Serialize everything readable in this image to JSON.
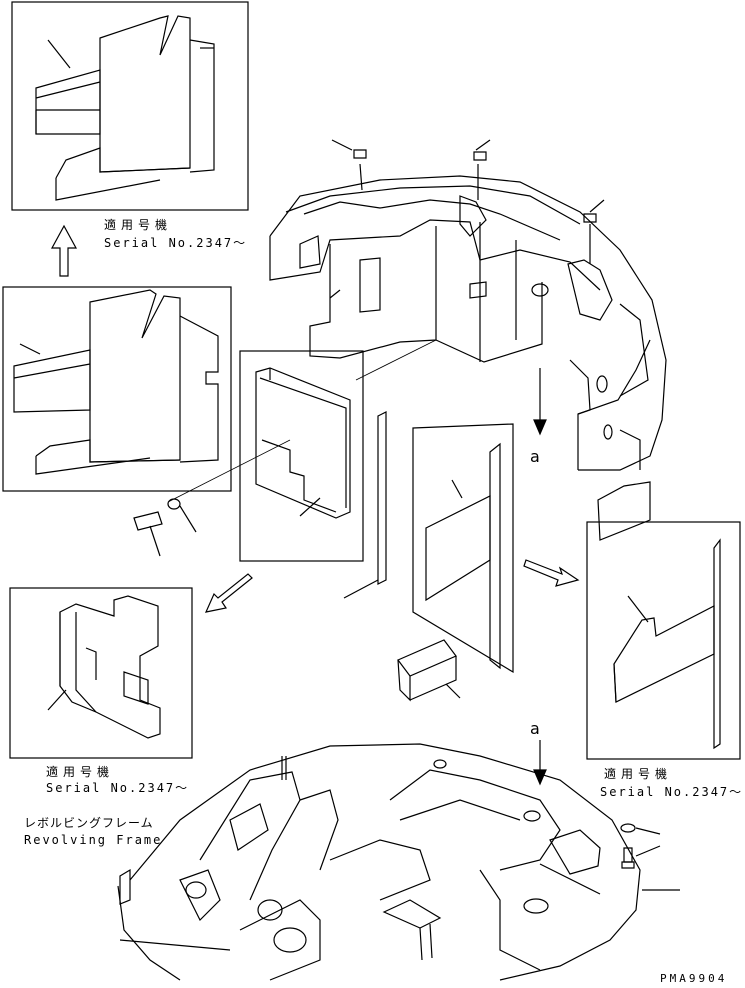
{
  "notes": {
    "top_left": {
      "line1": "適用号機",
      "line2": "Serial No.2347～"
    },
    "mid_left": {
      "line1": "適用号機",
      "line2": "Serial No.2347～"
    },
    "right": {
      "line1": "適用号機",
      "line2": "Serial No.2347～"
    }
  },
  "frame": {
    "jp": "レボルビングフレーム",
    "en": "Revolving Frame"
  },
  "view_marker": {
    "upper": "a",
    "lower": "a"
  },
  "drawing_code": "PMA9904"
}
